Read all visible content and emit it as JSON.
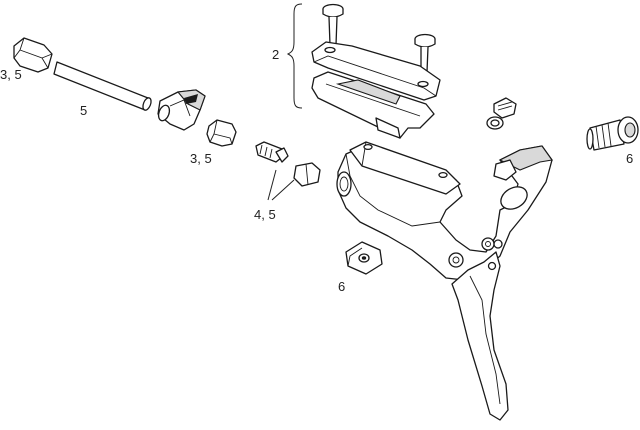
{
  "diagram": {
    "callouts": {
      "bleed_port_bolts": "2",
      "compression_nut_top": "3, 5",
      "hose": "5",
      "compression_nut_mid": "3, 5",
      "barb_olive": "4, 5",
      "reach_adjust_bolt": "6",
      "pivot_nut": "6"
    },
    "icons": {
      "brace": "bracket-brace-icon",
      "leader": "leader-line-icon"
    },
    "colors": {
      "line": "#1a1a1a",
      "fill": "#ffffff",
      "shade": "#d9d9d9"
    }
  }
}
